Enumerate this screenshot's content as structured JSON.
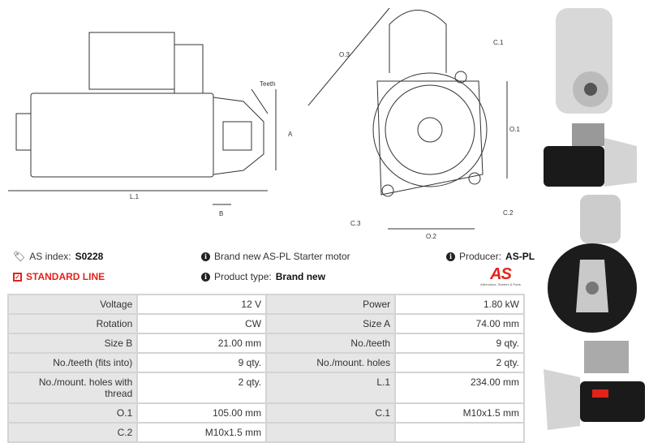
{
  "drawing_labels": {
    "teeth": "Teeth",
    "a": "A",
    "b": "B",
    "l1": "L.1",
    "o3": "O.3",
    "c1": "C.1",
    "o1": "O.1",
    "c3": "C.3",
    "c2": "C.2",
    "o2": "O.2"
  },
  "info": {
    "as_index_label": "AS index:",
    "as_index_value": "S0228",
    "line": "STANDARD LINE",
    "description": "Brand new AS-PL Starter motor",
    "product_type_label": "Product type:",
    "product_type_value": "Brand new",
    "producer_label": "Producer:",
    "producer_value": "AS-PL",
    "logo_text": "AS",
    "logo_tagline": "Alternators, Starters & Parts"
  },
  "colors": {
    "accent": "#e2231a",
    "key_bg": "#e6e6e6",
    "border": "#d4d4d4"
  },
  "specs": [
    {
      "k1": "Voltage",
      "v1": "12 V",
      "k2": "Power",
      "v2": "1.80 kW"
    },
    {
      "k1": "Rotation",
      "v1": "CW",
      "k2": "Size A",
      "v2": "74.00 mm"
    },
    {
      "k1": "Size B",
      "v1": "21.00 mm",
      "k2": "No./teeth",
      "v2": "9 qty."
    },
    {
      "k1": "No./teeth (fits into)",
      "v1": "9 qty.",
      "k2": "No./mount. holes",
      "v2": "2 qty."
    },
    {
      "k1": "No./mount. holes with thread",
      "v1": "2 qty.",
      "k2": "L.1",
      "v2": "234.00 mm"
    },
    {
      "k1": "O.1",
      "v1": "105.00 mm",
      "k2": "C.1",
      "v2": "M10x1.5 mm"
    },
    {
      "k1": "C.2",
      "v1": "M10x1.5 mm",
      "k2": "",
      "v2": ""
    }
  ]
}
